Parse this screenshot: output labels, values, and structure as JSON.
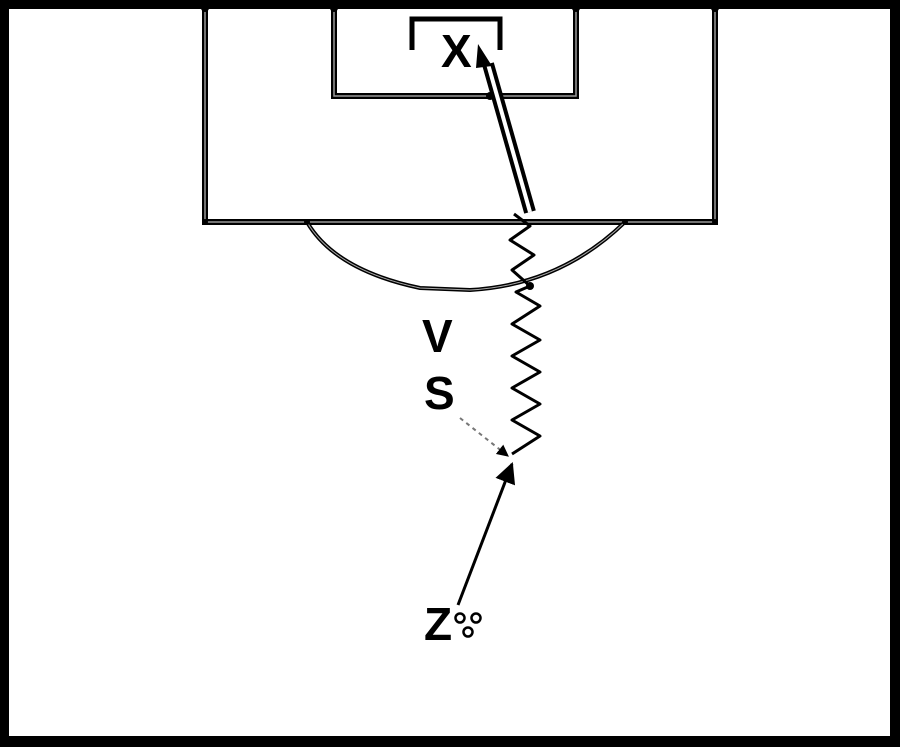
{
  "diagram": {
    "type": "soccer-drill",
    "labels": {
      "goal_target": "X",
      "defender_top": "V",
      "defender_bottom": "S",
      "player": "Z"
    },
    "colors": {
      "background": "#000000",
      "field": "#ffffff",
      "lines": "#000000",
      "gray_lines": "#808080"
    },
    "elements": [
      "field-boundary",
      "penalty-box",
      "goal-area",
      "penalty-arc",
      "goal-mouth",
      "shot-arrow",
      "dribble-zigzag",
      "pass-arrow",
      "run-dashed",
      "ball-icons"
    ]
  }
}
